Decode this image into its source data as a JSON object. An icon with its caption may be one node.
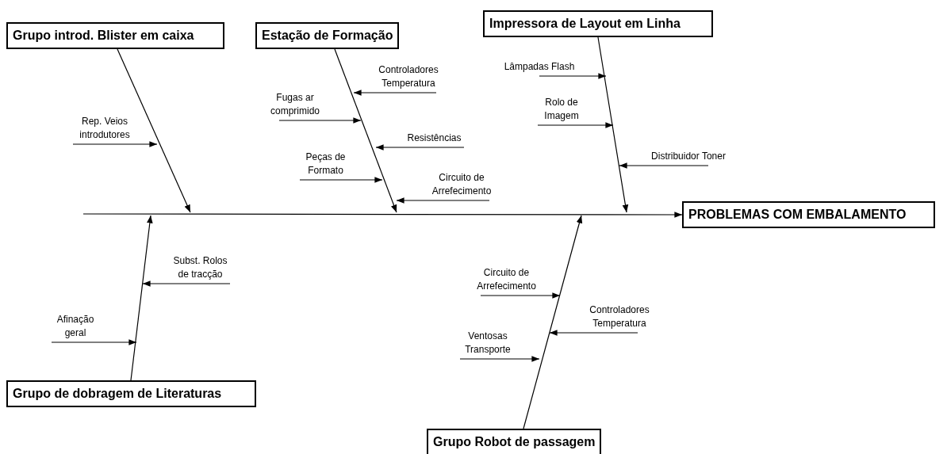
{
  "diagram": {
    "nodes": [
      {
        "text": [
          "Grupo introd. Blister em caixa"
        ]
      },
      {
        "text": [
          "Rep. Veios introdutores"
        ]
      },
      {
        "text": [
          "Estação de Formação"
        ]
      },
      {
        "text": [
          "Controladores Temperatura"
        ]
      },
      {
        "text": [
          "Fugas ar comprimido"
        ]
      },
      {
        "text": [
          "Resistências"
        ]
      },
      {
        "text": [
          "Peças de Formato"
        ]
      },
      {
        "text": [
          "Circuito de Arrefecimento"
        ]
      },
      {
        "text": [
          "Impressora de Layout em Linha"
        ]
      },
      {
        "text": [
          "Lâmpadas Flash"
        ]
      },
      {
        "text": [
          "Rolo de Imagem"
        ]
      },
      {
        "text": [
          "Distribuidor Toner"
        ]
      },
      {
        "text": [
          "PROBLEMAS COM EMBALAMENTO"
        ]
      },
      {
        "text": [
          "Grupo de dobragem de Literaturas"
        ]
      },
      {
        "text": [
          "Subst. Rolos de tracção"
        ]
      },
      {
        "text": [
          "Afinação geral"
        ]
      },
      {
        "text": [
          "Grupo Robot de passagem"
        ]
      },
      {
        "text": [
          "Circuito de Arrefecimento"
        ]
      },
      {
        "text": [
          "Controladores Temperatura"
        ]
      },
      {
        "text": [
          "Ventosas Transporte"
        ]
      }
    ],
    "edges": [
      {
        "from": 0,
        "to": null,
        "arrow": "to"
      },
      {
        "from": 1,
        "to": null,
        "arrow": "to"
      },
      {
        "from": 2,
        "to": null,
        "arrow": "to"
      },
      {
        "from": 3,
        "to": null,
        "arrow": "to"
      },
      {
        "from": 4,
        "to": null,
        "arrow": "to"
      },
      {
        "from": 5,
        "to": null,
        "arrow": "to"
      },
      {
        "from": 6,
        "to": null,
        "arrow": "to"
      },
      {
        "from": 7,
        "to": null,
        "arrow": "to"
      },
      {
        "from": 8,
        "to": null,
        "arrow": "to"
      },
      {
        "from": 9,
        "to": null,
        "arrow": "to"
      },
      {
        "from": 10,
        "to": null,
        "arrow": "to"
      },
      {
        "from": 11,
        "to": null,
        "arrow": "to"
      },
      {
        "from": 13,
        "to": null,
        "arrow": "to"
      },
      {
        "from": 14,
        "to": null,
        "arrow": "to"
      },
      {
        "from": 15,
        "to": null,
        "arrow": "to"
      },
      {
        "from": 16,
        "to": null,
        "arrow": "to"
      },
      {
        "from": 17,
        "to": null,
        "arrow": "to"
      },
      {
        "from": 18,
        "to": null,
        "arrow": "to"
      },
      {
        "from": 19,
        "to": null,
        "arrow": "to"
      },
      {
        "from": null,
        "to": 12,
        "arrow": "to"
      }
    ]
  }
}
